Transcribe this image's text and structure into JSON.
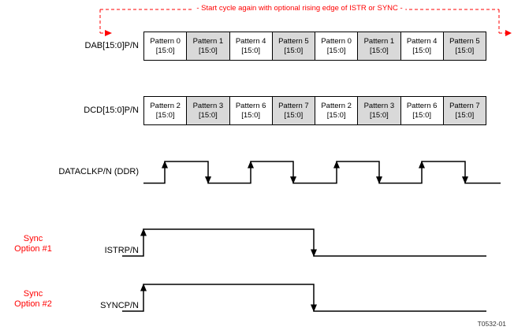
{
  "annotation": {
    "text": "- Start cycle again with optional rising edge of ISTR or SYNC -"
  },
  "colors": {
    "annotation_red": "#ff0000",
    "shaded_box": "#d9d9d9",
    "waveform_black": "#000000"
  },
  "signals": {
    "dab": {
      "label": "DAB[15:0]P/N",
      "patterns": [
        {
          "name": "Pattern 0",
          "bits": "[15:0]"
        },
        {
          "name": "Pattern 1",
          "bits": "[15:0]"
        },
        {
          "name": "Pattern 4",
          "bits": "[15:0]"
        },
        {
          "name": "Pattern 5",
          "bits": "[15:0]"
        },
        {
          "name": "Pattern 0",
          "bits": "[15:0]"
        },
        {
          "name": "Pattern 1",
          "bits": "[15:0]"
        },
        {
          "name": "Pattern 4",
          "bits": "[15:0]"
        },
        {
          "name": "Pattern 5",
          "bits": "[15:0]"
        }
      ]
    },
    "dcd": {
      "label": "DCD[15:0]P/N",
      "patterns": [
        {
          "name": "Pattern 2",
          "bits": "[15:0]"
        },
        {
          "name": "Pattern 3",
          "bits": "[15:0]"
        },
        {
          "name": "Pattern 6",
          "bits": "[15:0]"
        },
        {
          "name": "Pattern 7",
          "bits": "[15:0]"
        },
        {
          "name": "Pattern 2",
          "bits": "[15:0]"
        },
        {
          "name": "Pattern 3",
          "bits": "[15:0]"
        },
        {
          "name": "Pattern 6",
          "bits": "[15:0]"
        },
        {
          "name": "Pattern 7",
          "bits": "[15:0]"
        }
      ]
    },
    "dataclk": {
      "label": "DATACLKP/N (DDR)"
    },
    "istr": {
      "label": "ISTRP/N",
      "sync_line1": "Sync",
      "sync_line2": "Option #1"
    },
    "sync": {
      "label": "SYNCP/N",
      "sync_line1": "Sync",
      "sync_line2": "Option #2"
    }
  },
  "footer": {
    "figure_id": "T0532-01"
  }
}
